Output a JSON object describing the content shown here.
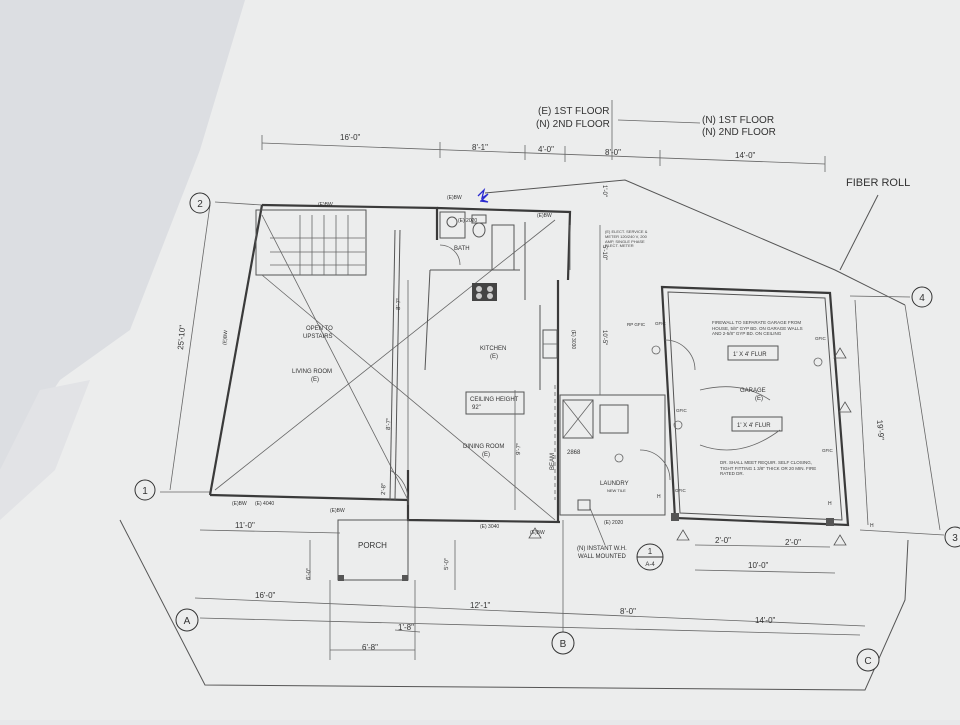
{
  "headers": {
    "existing_1st": "(E) 1ST FLOOR",
    "new_2nd_left": "(N) 2ND FLOOR",
    "new_1st": "(N) 1ST FLOOR",
    "new_2nd_right": "(N) 2ND FLOOR",
    "fiber_roll": "FIBER ROLL"
  },
  "grid_markers": {
    "g1": "1",
    "g2": "2",
    "g3": "3",
    "g4": "4",
    "gA": "A",
    "gB": "B",
    "gC": "C"
  },
  "rooms": {
    "living_room": "LIVING ROOM",
    "living_room_tag": "(E)",
    "open_to": "OPEN TO",
    "upstairs": "UPSTAIRS",
    "bath": "BATH",
    "kitchen": "KITCHEN",
    "kitchen_tag": "(E)",
    "ceiling_height": "CEILING HEIGHT",
    "ceiling_height_val": "92\"",
    "dining_room": "DINING ROOM",
    "dining_tag": "(E)",
    "laundry": "LAUNDRY",
    "laundry_tag": "NEW TILE",
    "porch": "PORCH",
    "garage": "GARAGE",
    "garage_tag": "(E)",
    "flur1": "1' X 4' FLUR",
    "flur2": "1' X 4' FLUR"
  },
  "notes": {
    "service_meter": "(E) ELECT. SERVICE & METER 120/240 V, 200 AMP, SINGLE PHASE ELECT. METER",
    "firewall": "FIREWALL TO SEPARATE GARAGE FROM HOUSE, 5/8\" GYP BD. ON GARAGE WALLS AND 2-5/8\" GYP BD. ON CEILING",
    "door_note": "DR. SHALL MEET REQUIR. SELF CLOSING, TIGHT FITTING 1 3/8\" THICK OR 20 MIN. FIRE RATED DR.",
    "instant_wh": "(N) INSTANT W.H.",
    "wall_mounted": "WALL MOUNTED",
    "beam": "BEAM",
    "w2868": "2868",
    "elec_label": "(E) 2020",
    "sheet_num": "1",
    "sheet_ref": "A-4"
  },
  "windows": {
    "w2020_top": "(E) 2020",
    "w2020_bot": "(E) 2020",
    "w4040": "(E) 4040",
    "w3040": "(E) 3040",
    "w3030": "(E) 3030",
    "ebw_1": "(E)BW",
    "ebw_2": "(E)BW",
    "ebw_3": "(E)BW",
    "ebw_4": "(E)BW",
    "ebw_5": "(E)BW",
    "ebw_6": "(E)BW",
    "ebw_7": "(E)BW"
  },
  "dims": {
    "top_16": "16'-0\"",
    "top_8_1": "8'-1\"",
    "top_4": "4'-0\"",
    "top_8": "8'-0\"",
    "top_14": "14'-0\"",
    "left_25_10": "25'-10\"",
    "right_19_9": "19'-9\"",
    "v_1_0": "1'-0\"",
    "v_5_10": "5'-10\"",
    "v_10_5": "10'-5\"",
    "v_8_7a": "8'-7\"",
    "v_8_7b": "8'-7\"",
    "v_9_7": "9'-7\"",
    "v_2_8": "2'-8\"",
    "v_6_0": "6'-0\"",
    "v_5_0": "5'-0\"",
    "b_11": "11'-0\"",
    "b_16": "16'-0\"",
    "b_12_1": "12'-1\"",
    "b_8": "8'-0\"",
    "b_14": "14'-0\"",
    "b_1_8": "1'-8\"",
    "b_6_8": "6'-8\"",
    "g_2_a": "2'-0\"",
    "g_2_b": "2'-0\"",
    "g_10": "10'-0\""
  },
  "electrical": {
    "gfic1": "GFIC",
    "gfic2": "GFIC",
    "gfic3": "GFIC",
    "gfic4": "GFIC",
    "gfic5": "GFIC",
    "h1": "H",
    "h2": "H",
    "h3": "H",
    "rp": "RP GFIC"
  }
}
